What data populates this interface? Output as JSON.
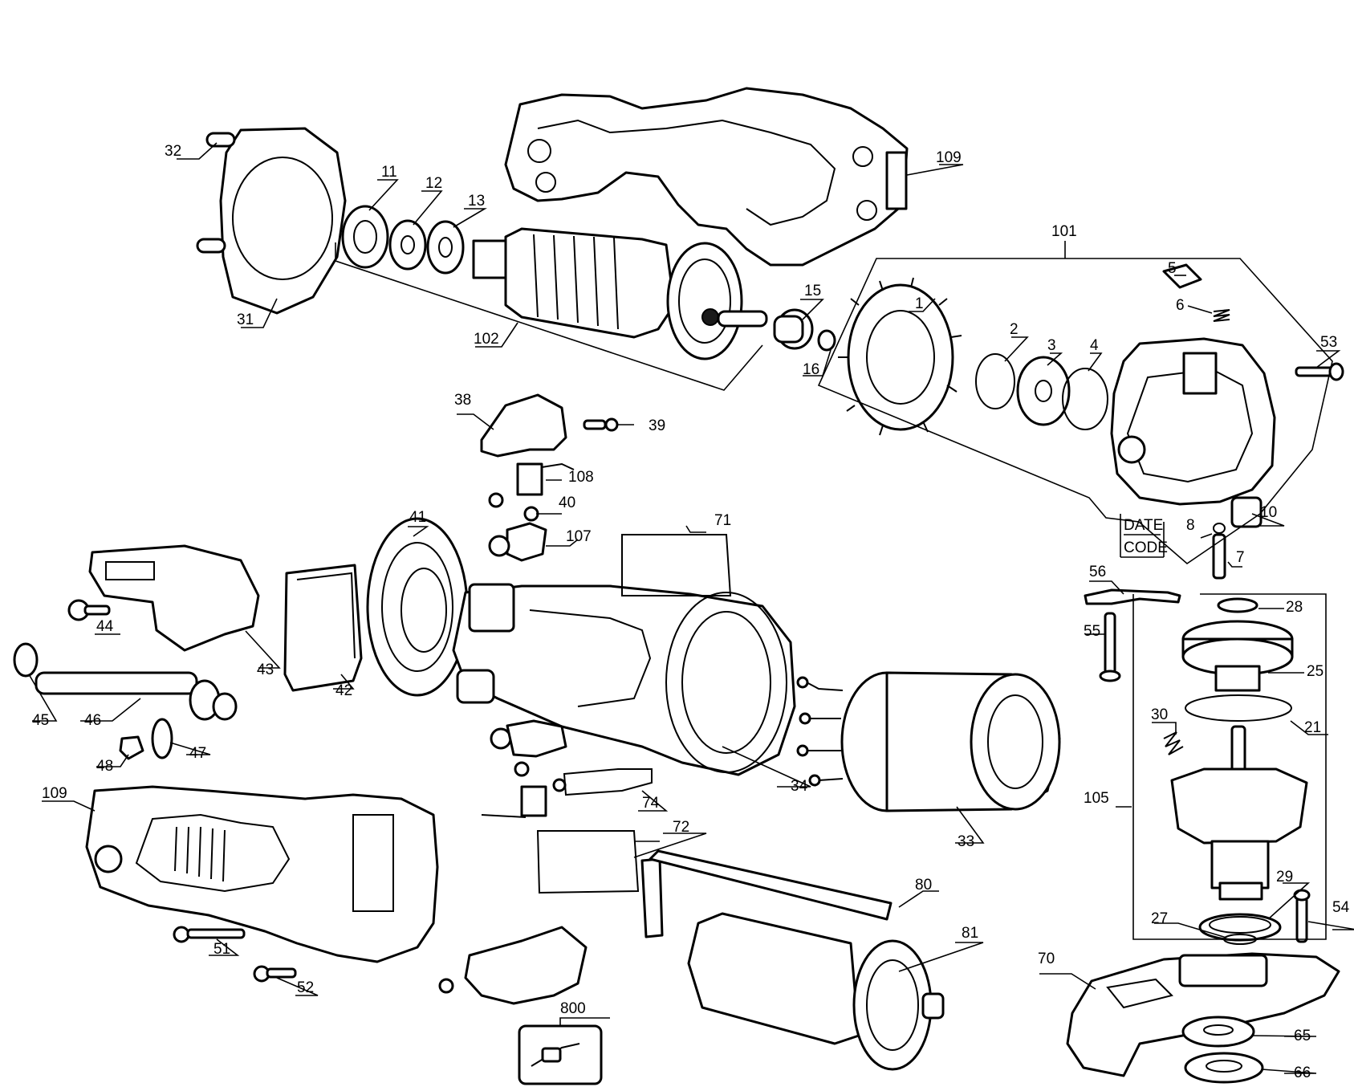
{
  "labels": {
    "l1": "1",
    "l2": "2",
    "l3": "3",
    "l4": "4",
    "l5": "5",
    "l6": "6",
    "l7": "7",
    "l8": "8",
    "l10": "10",
    "l11": "11",
    "l12": "12",
    "l13": "13",
    "l15": "15",
    "l16": "16",
    "l21": "21",
    "l25": "25",
    "l27": "27",
    "l28": "28",
    "l29": "29",
    "l30": "30",
    "l31": "31",
    "l32": "32",
    "l33": "33",
    "l34": "34",
    "l38": "38",
    "l39": "39",
    "l40": "40",
    "l41": "41",
    "l42": "42",
    "l43": "43",
    "l44": "44",
    "l45": "45",
    "l46": "46",
    "l47": "47",
    "l48": "48",
    "l51": "51",
    "l52": "52",
    "l53": "53",
    "l54": "54",
    "l55": "55",
    "l56": "56",
    "l65": "65",
    "l66": "66",
    "l70": "70",
    "l71": "71",
    "l72": "72",
    "l74": "74",
    "l80": "80",
    "l81": "81",
    "l101": "101",
    "l102": "102",
    "l105": "105",
    "l107": "107",
    "l108": "108",
    "l109a": "109",
    "l109b": "109",
    "l800": "800"
  },
  "date_code": [
    "DATE",
    "CODE"
  ]
}
